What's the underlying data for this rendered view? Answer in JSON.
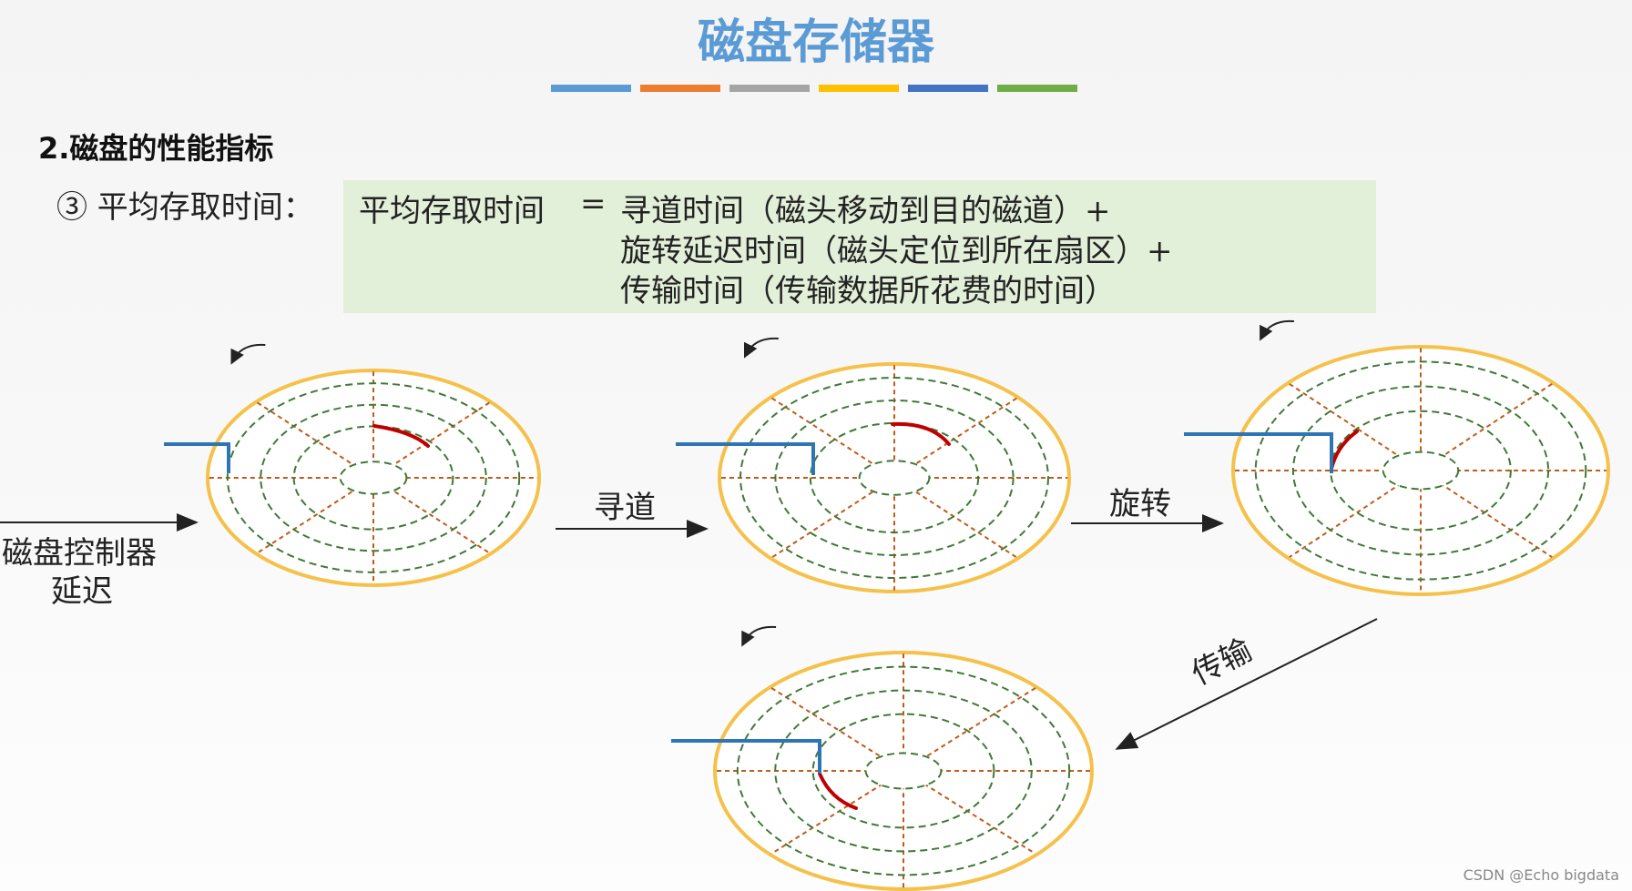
{
  "slide": {
    "title": "磁盘存储器",
    "accent_colors": [
      "#5b9bd5",
      "#ed7d31",
      "#a5a5a5",
      "#ffc000",
      "#4472c4",
      "#70ad47"
    ],
    "section_heading": "2.磁盘的性能指标",
    "item_label": "③ 平均存取时间："
  },
  "formula": {
    "lhs": "平均存取时间",
    "equals": "=",
    "line1": "寻道时间（磁头移动到目的磁道）+",
    "line2": "旋转延迟时间（磁头定位到所在扇区）+",
    "line3": "传输时间（传输数据所花费的时间）"
  },
  "diagram": {
    "controller_delay_line1": "磁盘控制器",
    "controller_delay_line2": "延迟",
    "seek_label": "寻道",
    "rotate_label": "旋转",
    "transfer_label": "传输",
    "colors": {
      "platter_rim": "#f5c14a",
      "track": "#3f7a35",
      "sector_line": "#c05a1a",
      "head_arm": "#2e75b6",
      "data_arc": "#c00000"
    }
  },
  "footer": {
    "watermark": "CSDN @Echo bigdata"
  }
}
